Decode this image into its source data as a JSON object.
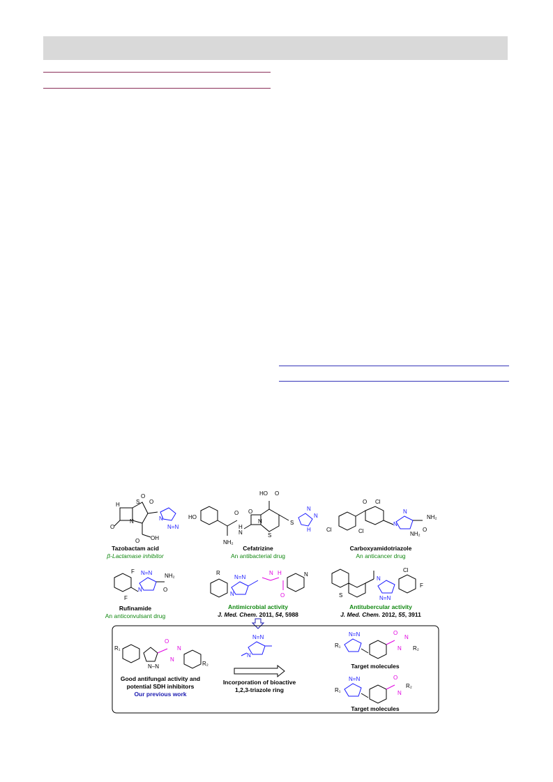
{
  "figure": {
    "compounds": [
      {
        "name": "Tazobactam acid",
        "activity_prefix": "β",
        "activity": "-Lactamase inhibitor"
      },
      {
        "name": "Cefatrizine",
        "activity": "An antibacterial drug"
      },
      {
        "name": "Carboxyamidotriazole",
        "activity": "An anticancer drug"
      },
      {
        "name": "Rufinamide",
        "activity": "An anticonvulsant drug"
      },
      {
        "name": "Antimicrobial activity",
        "ref_journal": "J. Med. Chem.",
        "ref_year": "2011,",
        "ref_volume": "54",
        "ref_page": ", 5988"
      },
      {
        "name": "Antitubercular activity",
        "ref_journal": "J. Med. Chem.",
        "ref_year": "2012,",
        "ref_volume": "55",
        "ref_page": ", 3911"
      }
    ],
    "box": {
      "left_caption_line1": "Good antifungal activity and",
      "left_caption_line2": "potential SDH inhibitors",
      "left_caption_line3": "Our previous work",
      "arrow_caption_line1": "Incorporation of bioactive",
      "arrow_caption_line2": "1,2,3-triazole ring",
      "target_label_1": "Target molecules",
      "target_label_2": "Target molecules"
    },
    "colors": {
      "blue": "#1a1aff",
      "magenta": "#e000e0",
      "green": "#118811",
      "navy": "#1a1ab0"
    }
  }
}
